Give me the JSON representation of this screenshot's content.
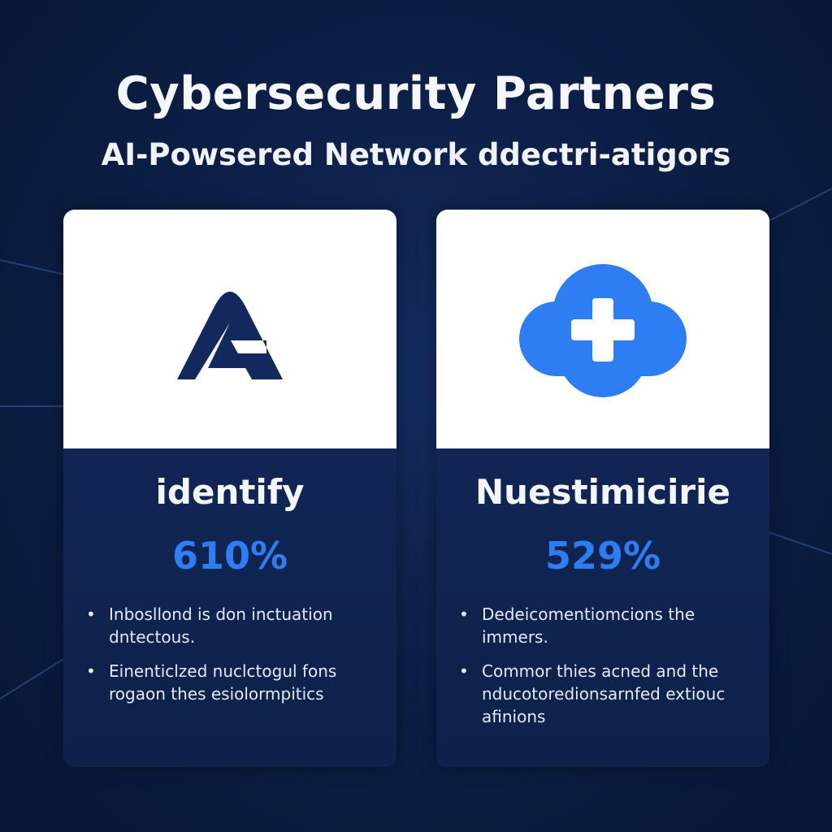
{
  "header": {
    "title": "Cybersecurity Partners",
    "subtitle": "AI-Powsered Network ddectri-atigors"
  },
  "colors": {
    "background": "#0d1f47",
    "card_body": "#122858",
    "accent_blue": "#2f7df2",
    "logo_navy": "#13295e"
  },
  "cards": [
    {
      "icon": "stylized-a-logo-icon",
      "heading": "identify",
      "stat": "610%",
      "bullets": [
        "Inbosllond is don inctuation dntectous.",
        "Einenticlzed nuclctogul fons rogaon thes esiolormpitics"
      ]
    },
    {
      "icon": "cloud-plus-icon",
      "heading": "Nuestimicirie",
      "stat": "529%",
      "bullets": [
        "Dedeicomentiomcions the immers.",
        "Commor thies acned and the nducotoredionsarnfed extiouc afinions"
      ]
    }
  ]
}
